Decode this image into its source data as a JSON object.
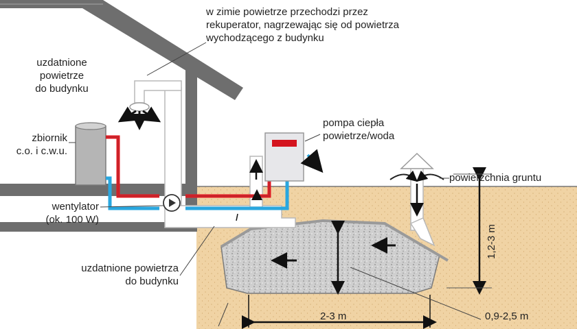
{
  "labels": {
    "winter_note": [
      "w zimie powietrze przechodzi przez",
      "rekuperator, nagrzewając się od powietrza",
      "wychodzącego z budynku"
    ],
    "treated_air_top": [
      "uzdatnione",
      "powietrze",
      "do budynku"
    ],
    "tank": [
      "zbiornik",
      "c.o. i c.w.u."
    ],
    "fan": [
      "wentylator",
      "(ok. 100 W)"
    ],
    "treated_air_bottom": [
      "uzdatnione powietrza",
      "do budynku"
    ],
    "heat_pump": [
      "pompa ciepła",
      "powietrze/woda"
    ],
    "ground_surface": "powierzchnia gruntu",
    "depth": "1,2-3 m",
    "width": "2-3 m",
    "bed_height": "0,9-2,5 m"
  },
  "colors": {
    "soil": "#f0d3a4",
    "gravel": "#c9c9c9",
    "building": "#6e6e6e",
    "duct": "#ffffff",
    "hot_pipe": "#e01a22",
    "cold_pipe": "#2aa7df",
    "indicator": "#d4141e"
  }
}
